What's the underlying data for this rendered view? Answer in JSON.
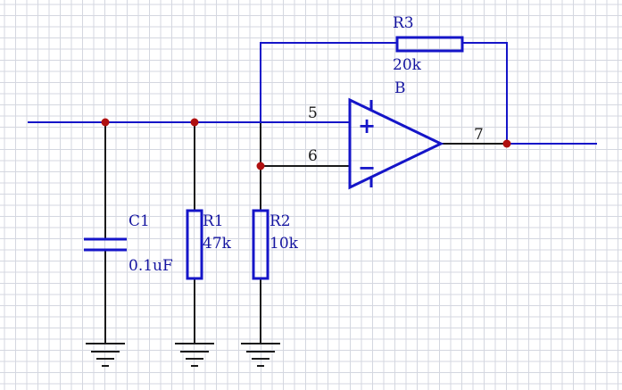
{
  "schematic": {
    "opamp": {
      "unit": "B",
      "pins": {
        "noninverting": "5",
        "inverting": "6",
        "output": "7"
      },
      "plus_symbol": "+",
      "minus_symbol": "−"
    },
    "components": {
      "c1": {
        "ref": "C1",
        "value": "0.1uF"
      },
      "r1": {
        "ref": "R1",
        "value": "47k"
      },
      "r2": {
        "ref": "R2",
        "value": "10k"
      },
      "r3": {
        "ref": "R3",
        "value": "20k"
      }
    },
    "colors": {
      "wire": "#1a1a1a",
      "component": "#1515c8",
      "junction": "#b01010",
      "grid": "#d4d7e0",
      "label": "#1515a0"
    }
  }
}
